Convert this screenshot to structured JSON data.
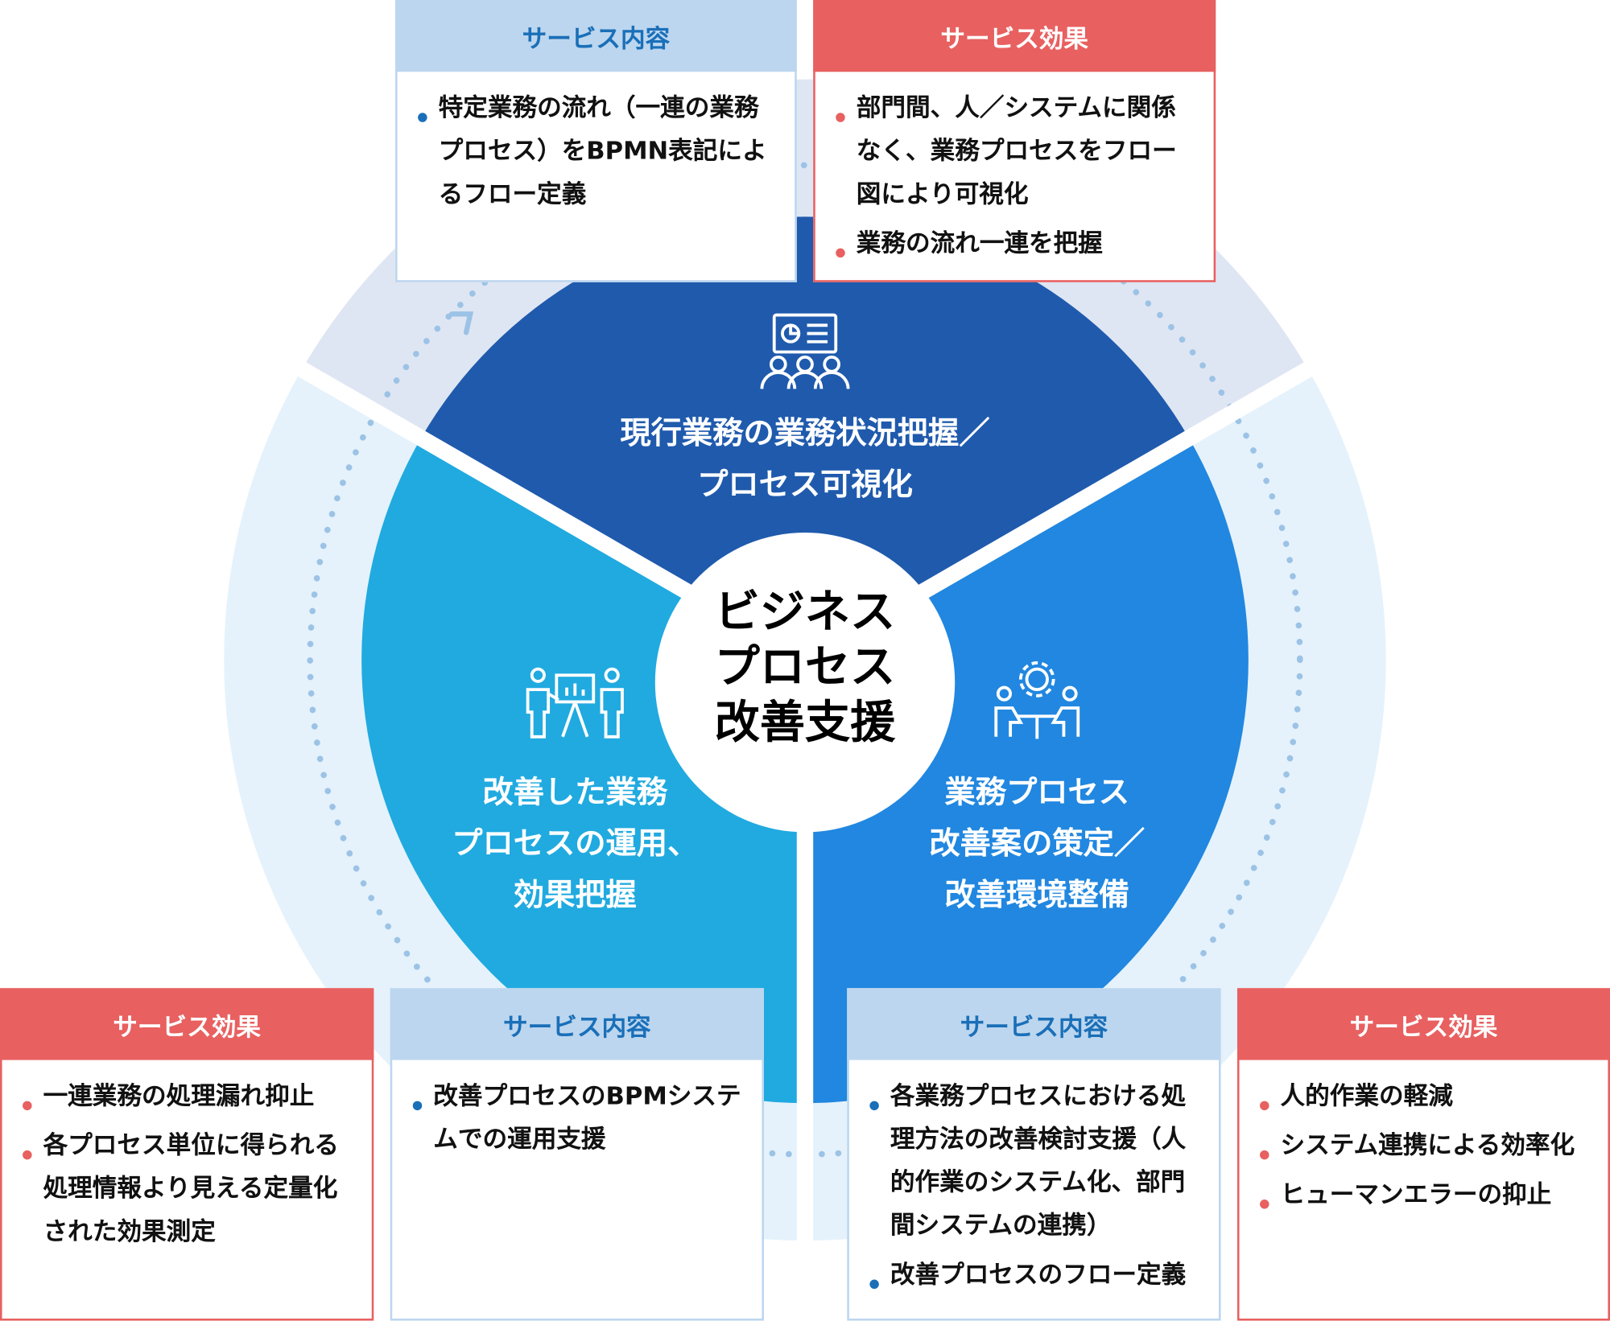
{
  "center": {
    "lines": [
      "ビジネス",
      "プロセス",
      "改善支援"
    ]
  },
  "segments": {
    "top": {
      "lines": [
        "現行業務の業務状況把握／",
        "プロセス可視化"
      ],
      "icon": "presentation-meeting-icon",
      "color": "#1f5aad"
    },
    "left": {
      "lines": [
        "改善した業務",
        "プロセスの運用、",
        "効果把握"
      ],
      "icon": "presenter-board-icon",
      "color": "#20aae0"
    },
    "right": {
      "lines": [
        "業務プロセス",
        "改善案の策定／",
        "改善環境整備"
      ],
      "icon": "team-gear-icon",
      "color": "#2187e0"
    }
  },
  "boxes": {
    "top_content": {
      "title": "サービス内容",
      "items": [
        "特定業務の流れ（一連の業務プロセス）をBPMN表記によるフロー定義"
      ]
    },
    "top_effect": {
      "title": "サービス効果",
      "items": [
        "部門間、人／システムに関係なく、業務プロセスをフロー図により可視化",
        "業務の流れ一連を把握"
      ]
    },
    "left_effect": {
      "title": "サービス効果",
      "items": [
        "一連業務の処理漏れ抑止",
        "各プロセス単位に得られる処理情報より見える定量化された効果測定"
      ]
    },
    "left_content": {
      "title": "サービス内容",
      "items": [
        "改善プロセスのBPMシステムでの運用支援"
      ]
    },
    "right_content": {
      "title": "サービス内容",
      "items": [
        "各業務プロセスにおける処理方法の改善検討支援（人的作業のシステム化、部門間システムの連携）",
        "改善プロセスのフロー定義"
      ]
    },
    "right_effect": {
      "title": "サービス効果",
      "items": [
        "人的作業の軽減",
        "システム連携による効率化",
        "ヒューマンエラーの抑止"
      ]
    }
  },
  "colors": {
    "content_header": "#bcd6ef",
    "content_text": "#1a6fb8",
    "effect": "#e86060",
    "outer_top": "#dfe6f3",
    "outer_side": "#e5f2fb"
  }
}
